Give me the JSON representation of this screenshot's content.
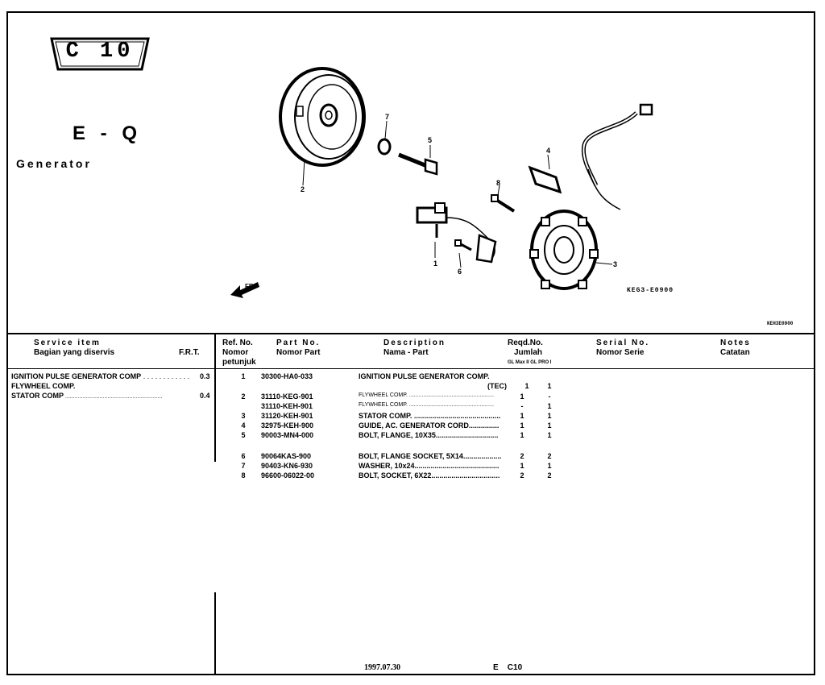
{
  "header": {
    "section": "C 10",
    "group_code": "E - Q",
    "group_name": "Generator"
  },
  "diagram": {
    "drawing_code": "KEG3-E0900",
    "sheet_code": "KEH3E0900",
    "direction_label": "FR.",
    "callouts": [
      "1",
      "2",
      "3",
      "4",
      "5",
      "6",
      "7",
      "8"
    ]
  },
  "columns": {
    "service_item": "Service item",
    "service_item_id": "Bagian yang diservis",
    "frt": "F.R.T.",
    "ref_no": "Ref. No.",
    "ref_no_id_1": "Nomor",
    "ref_no_id_2": "petunjuk",
    "part_no": "Part No.",
    "part_no_id": "Nomor Part",
    "description": "Description",
    "description_id": "Nama - Part",
    "reqd_no": "Reqd.No.",
    "reqd_no_id": "Jumlah",
    "reqd_sub": "GL Max II GL PRO I",
    "serial_no": "Serial No.",
    "serial_no_id": "Nomor Serie",
    "notes": "Notes",
    "notes_id": "Catatan"
  },
  "service_items": [
    {
      "name": "IGNITION PULSE GENERATOR COMP",
      "dots": " . . . . . . . . . . . .",
      "frt": "0.3"
    },
    {
      "name": "FLYWHEEL COMP.",
      "dots": "",
      "frt": ""
    },
    {
      "name": "STATOR COMP",
      "dots": " ..............................................................",
      "frt": "0.4"
    }
  ],
  "parts": [
    {
      "ref": "1",
      "part": "30300-HA0-033",
      "desc": "IGNITION PULSE GENERATOR COMP.",
      "q1": "",
      "q2": ""
    },
    {
      "ref": "",
      "part": "",
      "desc": "(TEC)",
      "q1": "1",
      "q2": "1"
    },
    {
      "ref": "2",
      "part": "31110-KEG-901",
      "desc": "FLYWHEEL COMP. ......................................................",
      "q1": "1",
      "q2": "-"
    },
    {
      "ref": "",
      "part": "31110-KEH-901",
      "desc": "FLYWHEEL COMP. ......................................................",
      "q1": "-",
      "q2": "1"
    },
    {
      "ref": "3",
      "part": "31120-KEH-901",
      "desc": "STATOR COMP. ...........................................",
      "q1": "1",
      "q2": "1"
    },
    {
      "ref": "4",
      "part": "32975-KEH-900",
      "desc": "GUIDE, AC. GENERATOR CORD...............",
      "q1": "1",
      "q2": "1"
    },
    {
      "ref": "5",
      "part": "90003-MN4-000",
      "desc": "BOLT, FLANGE, 10X35...............................",
      "q1": "1",
      "q2": "1"
    },
    {
      "ref": "6",
      "part": "90064KAS-900",
      "desc": "BOLT, FLANGE SOCKET, 5X14...................",
      "q1": "2",
      "q2": "2"
    },
    {
      "ref": "7",
      "part": "90403-KN6-930",
      "desc": "WASHER, 10x24..........................................",
      "q1": "1",
      "q2": "1"
    },
    {
      "ref": "8",
      "part": "96600-06022-00",
      "desc": "BOLT, SOCKET, 6X22..................................",
      "q1": "2",
      "q2": "2"
    }
  ],
  "footer": {
    "date": "1997.07.30",
    "page": "E    C10"
  }
}
